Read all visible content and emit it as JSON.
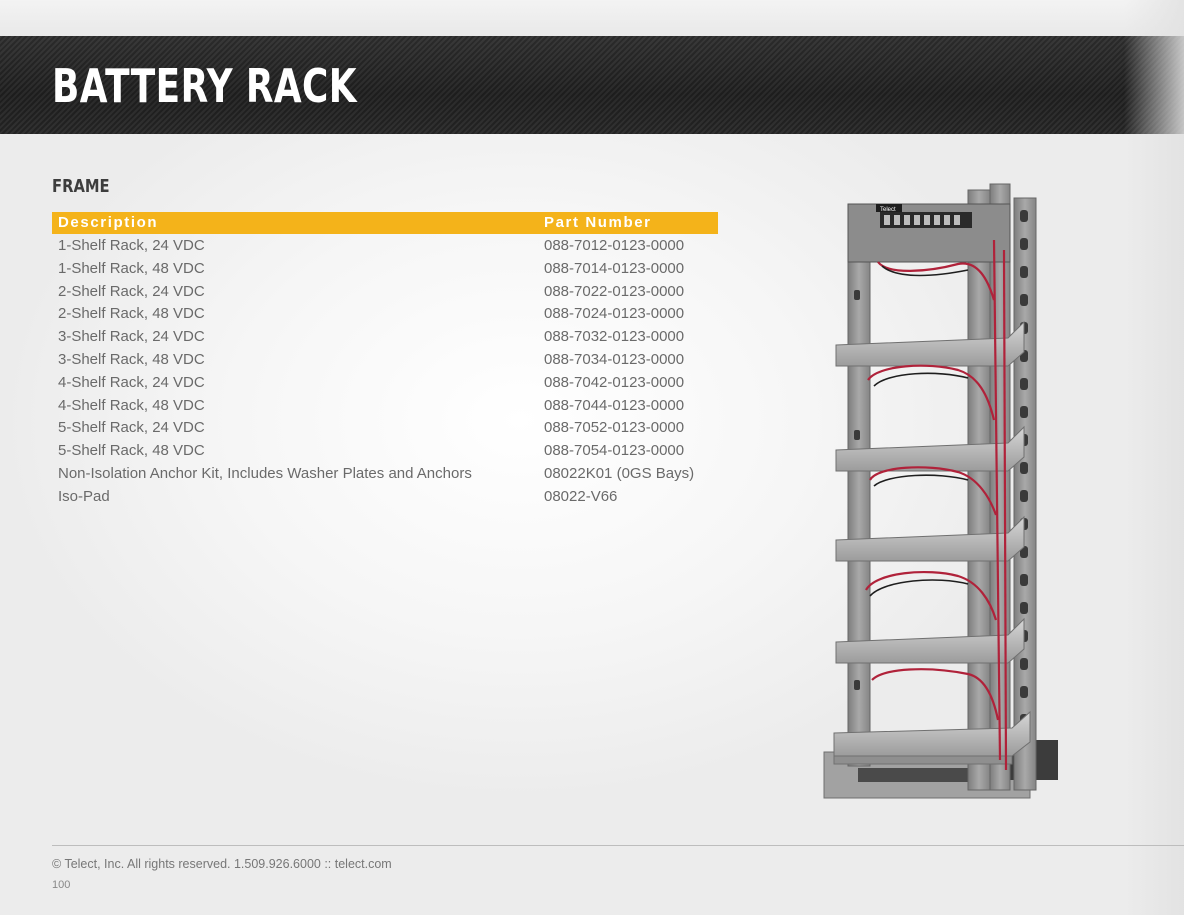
{
  "header": {
    "title": "BATTERY RACK"
  },
  "section": {
    "heading": "FRAME"
  },
  "table": {
    "columns": {
      "description": "Description",
      "part_number": "Part Number"
    },
    "rows": [
      {
        "description": "1-Shelf Rack, 24 VDC",
        "part_number": "088-7012-0123-0000"
      },
      {
        "description": "1-Shelf Rack, 48 VDC",
        "part_number": "088-7014-0123-0000"
      },
      {
        "description": "2-Shelf Rack, 24 VDC",
        "part_number": "088-7022-0123-0000"
      },
      {
        "description": "2-Shelf Rack, 48 VDC",
        "part_number": "088-7024-0123-0000"
      },
      {
        "description": "3-Shelf Rack, 24 VDC",
        "part_number": "088-7032-0123-0000"
      },
      {
        "description": "3-Shelf Rack, 48 VDC",
        "part_number": "088-7034-0123-0000"
      },
      {
        "description": "4-Shelf Rack, 24 VDC",
        "part_number": "088-7042-0123-0000"
      },
      {
        "description": "4-Shelf Rack, 48 VDC",
        "part_number": "088-7044-0123-0000"
      },
      {
        "description": "5-Shelf Rack, 24 VDC",
        "part_number": "088-7052-0123-0000"
      },
      {
        "description": "5-Shelf Rack, 48 VDC",
        "part_number": "088-7054-0123-0000"
      },
      {
        "description": "Non-Isolation Anchor Kit, Includes Washer Plates and Anchors",
        "part_number": "08022K01 (0GS Bays)"
      },
      {
        "description": "Iso-Pad",
        "part_number": "08022-V66"
      }
    ]
  },
  "product_image": {
    "name": "battery-rack-photo",
    "panel_label": "Telect"
  },
  "footer": {
    "copyright": "© Telect, Inc. All rights reserved. 1.509.926.6000  ::  telect.com",
    "page_number": "100"
  },
  "colors": {
    "accent": "#f4b31a",
    "header_band": "#242424",
    "rack_metal": "#9a9a9a",
    "cable_red": "#b0223a"
  }
}
